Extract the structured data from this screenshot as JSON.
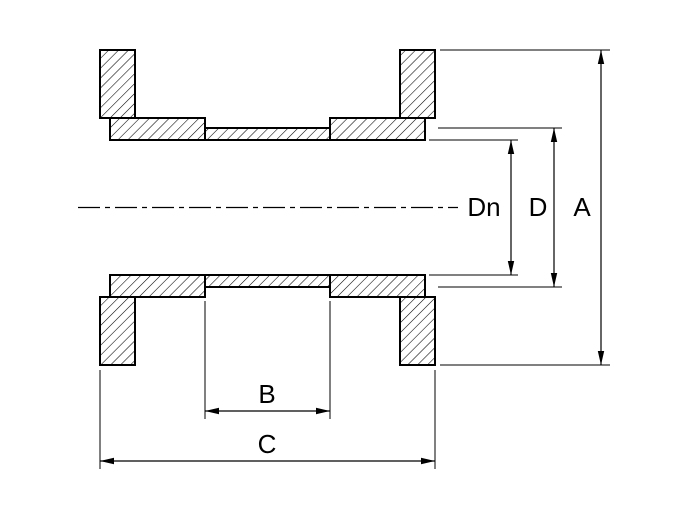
{
  "drawing": {
    "background_color": "#ffffff",
    "line_color": "#000000",
    "dimensions": {
      "dn_label": "Dn",
      "d_label": "D",
      "a_label": "A",
      "b_label": "B",
      "c_label": "C"
    }
  }
}
